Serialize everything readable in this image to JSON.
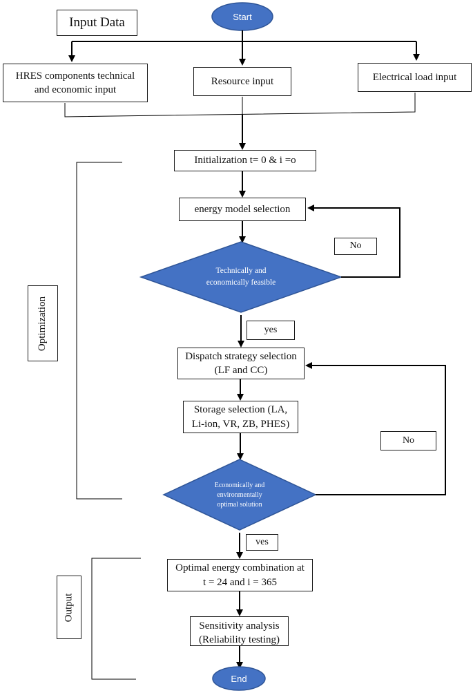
{
  "flowchart": {
    "start": "Start",
    "end": "End",
    "input_data": "Input Data",
    "hres_input": "HRES components technical\nand economic input",
    "resource_input": "Resource input",
    "load_input": "Electrical load input",
    "initialization": "Initialization t= 0 & i =o",
    "energy_model": "energy model selection",
    "decision1": "Technically and\neconomically feasible",
    "no1": "No",
    "yes1": "yes",
    "dispatch": "Dispatch strategy selection\n(LF and CC)",
    "storage": "Storage selection (LA,\nLi-ion, VR, ZB, PHES)",
    "no2": "No",
    "decision2": "Economically and\nenvironmentally\noptimal solution",
    "yes2": "ves",
    "optimal": "Optimal energy combination at\nt = 24 and i = 365",
    "sensitivity": "Sensitivity analysis\n(Reliability testing)",
    "optimization_label": "Optimization",
    "output_label": "Output"
  },
  "colors": {
    "shape_fill": "#4472C4",
    "shape_stroke": "#2F5597",
    "line": "#000000"
  }
}
